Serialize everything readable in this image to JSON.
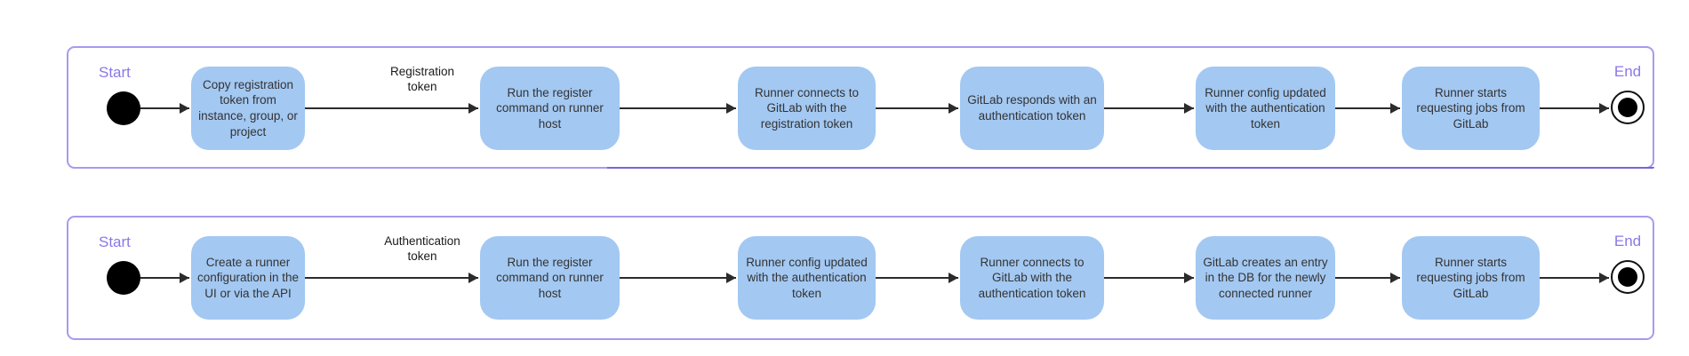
{
  "diagram": {
    "lanes": [
      {
        "name": "registration-token-workflow",
        "start_label": "Start",
        "end_label": "End",
        "flow_label": [
          "Registration",
          "token"
        ],
        "steps": [
          "Copy registration token from instance, group, or project",
          "Run the register command on runner host",
          "Runner connects to GitLab with the registration token",
          "GitLab responds with an authentication token",
          "Runner config updated with the authentication token",
          "Runner starts requesting jobs from GitLab"
        ]
      },
      {
        "name": "authentication-token-workflow",
        "start_label": "Start",
        "end_label": "End",
        "flow_label": [
          "Authentication",
          "token"
        ],
        "steps": [
          "Create a runner configuration in the UI or via the API",
          "Run the register command on runner host",
          "Runner config updated with the authentication token",
          "Runner connects to GitLab with the authentication token",
          "GitLab creates an entry in the DB for the newly connected runner",
          "Runner starts requesting jobs from GitLab"
        ]
      }
    ],
    "colors": {
      "box_fill": "#a3c8f2",
      "lane_border": "#a79af0",
      "lane_border_accent": "#7c63d6",
      "start_end_label": "#8c77e8",
      "node_fill": "#000000",
      "text": "#333333"
    }
  }
}
